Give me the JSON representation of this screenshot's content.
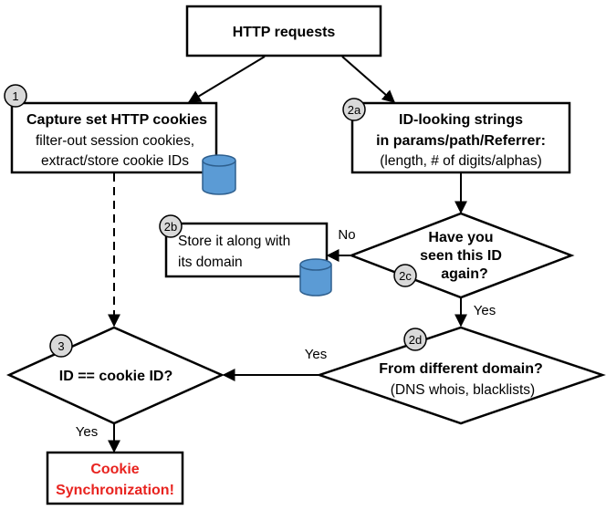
{
  "nodes": {
    "http_requests": "HTTP requests",
    "capture": {
      "title": "Capture set HTTP cookies",
      "line2": "filter-out session cookies,",
      "line3": "extract/store cookie IDs"
    },
    "id_strings": {
      "line1": "ID-looking strings",
      "line2": "in params/path/Referrer:",
      "line3": "(length, # of digits/alphas)"
    },
    "seen_id": {
      "line1": "Have you",
      "line2": "seen this ID",
      "line3": "again?"
    },
    "store": {
      "line1": "Store it along with",
      "line2": "its domain"
    },
    "different_domain": {
      "line1": "From different domain?",
      "line2": "(DNS whois, blacklists)"
    },
    "cookie_id_check": "ID == cookie ID?",
    "result": {
      "line1": "Cookie",
      "line2": "Synchronization!"
    }
  },
  "step_badges": {
    "b1": "1",
    "b2a": "2a",
    "b2b": "2b",
    "b2c": "2c",
    "b2d": "2d",
    "b3": "3"
  },
  "edge_labels": {
    "no": "No",
    "yes_down": "Yes",
    "yes_left": "Yes",
    "yes_bottom": "Yes"
  },
  "colors": {
    "stroke": "#000000",
    "result_text": "#e8231f",
    "database_fill": "#5b9bd5",
    "database_stroke": "#2e5f8e",
    "badge_fill": "#d9d9d9"
  }
}
